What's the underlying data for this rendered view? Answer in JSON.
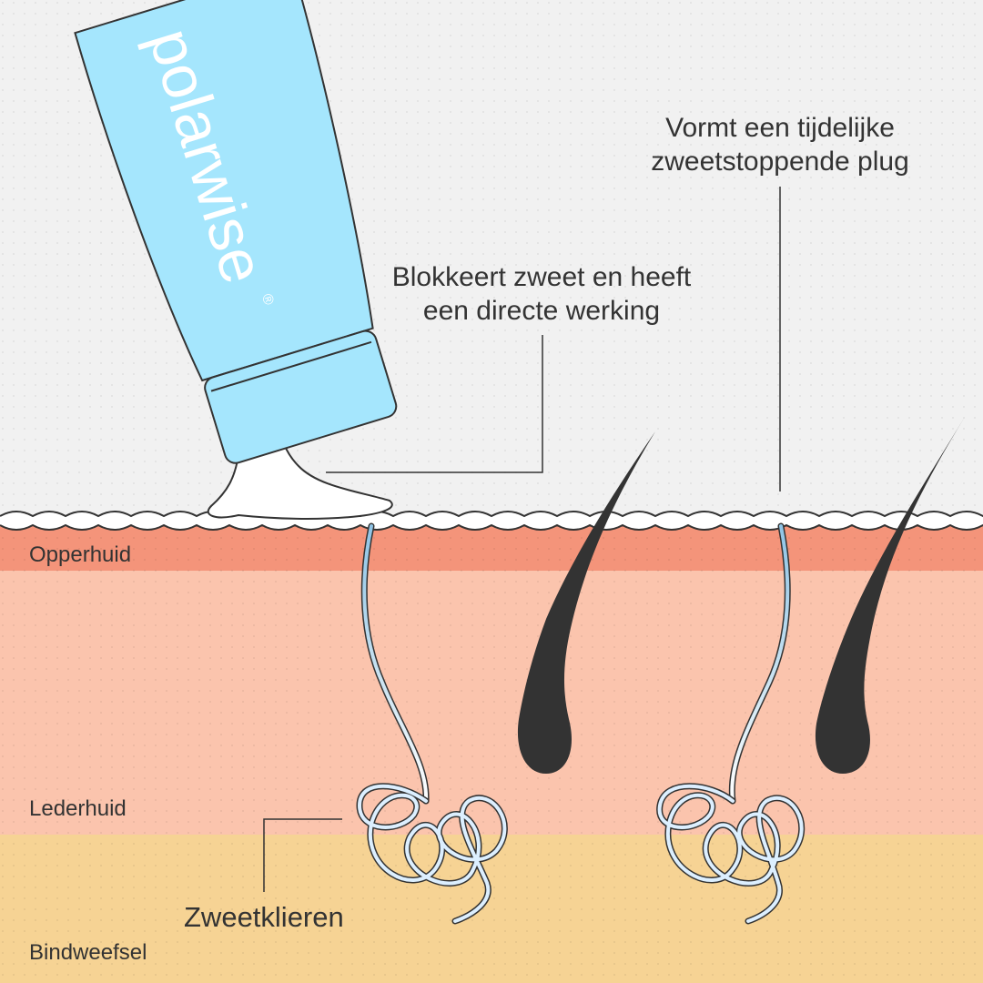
{
  "brand": {
    "name": "polarwise",
    "mark": "®"
  },
  "colors": {
    "background": "#f1f1f1",
    "epidermis": "#f4947a",
    "dermis": "#fbc4ad",
    "subcutis": "#f6d394",
    "tube": "#a5e6fd",
    "cream": "#ffffff",
    "hair": "#333333",
    "duct": "#8fc4e6",
    "text": "#333333"
  },
  "callouts": {
    "block_sweat": {
      "line1": "Blokkeert zweet en heeft",
      "line2": "een directe werking"
    },
    "plug": {
      "line1": "Vormt een tijdelijke",
      "line2": "zweetstoppende plug"
    }
  },
  "labels": {
    "epidermis": "Opperhuid",
    "dermis": "Lederhuid",
    "subcutis": "Bindweefsel",
    "sweat_glands": "Zweetklieren"
  }
}
